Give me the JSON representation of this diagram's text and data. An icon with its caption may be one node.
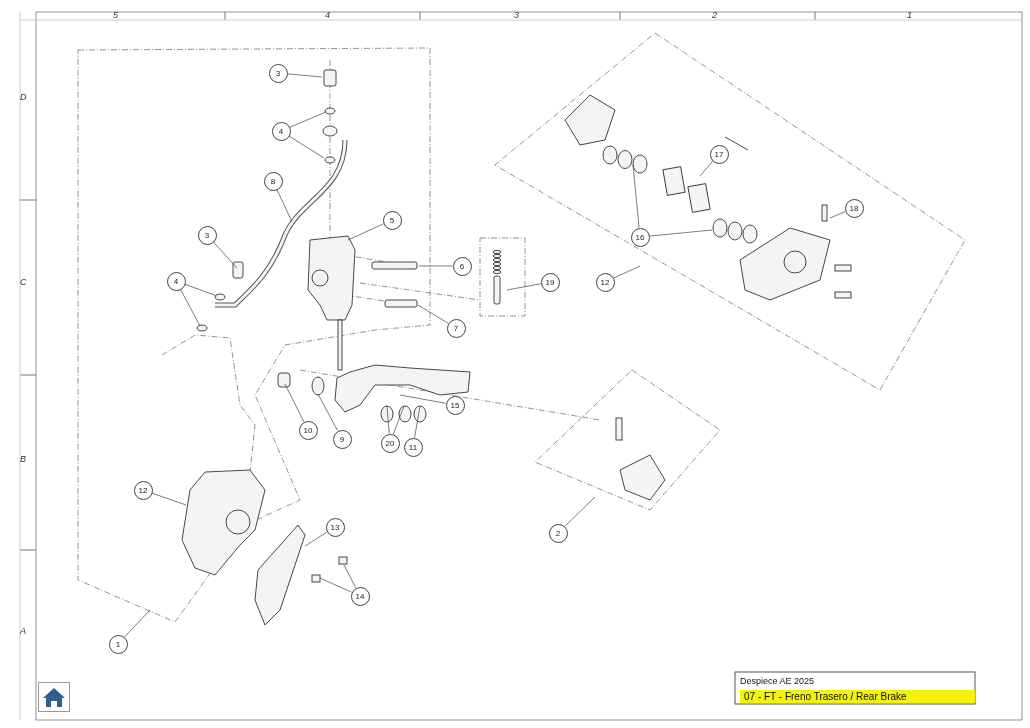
{
  "diagram": {
    "nodes": [
      {
        "text": [
          "1"
        ]
      },
      {
        "text": [
          "2"
        ]
      },
      {
        "text": [
          "3"
        ]
      },
      {
        "text": [
          "4"
        ]
      },
      {
        "text": [
          "8"
        ]
      },
      {
        "text": [
          "3"
        ]
      },
      {
        "text": [
          "4"
        ]
      },
      {
        "text": [
          "5"
        ]
      },
      {
        "text": [
          "6"
        ]
      },
      {
        "text": [
          "7"
        ]
      },
      {
        "text": [
          "19"
        ]
      },
      {
        "text": [
          "10"
        ]
      },
      {
        "text": [
          "9"
        ]
      },
      {
        "text": [
          "20"
        ]
      },
      {
        "text": [
          "11"
        ]
      },
      {
        "text": [
          "15"
        ]
      },
      {
        "text": [
          "12"
        ]
      },
      {
        "text": [
          "13"
        ]
      },
      {
        "text": [
          "14"
        ]
      },
      {
        "text": [
          "12"
        ]
      },
      {
        "text": [
          "16"
        ]
      },
      {
        "text": [
          "17"
        ]
      },
      {
        "text": [
          "18"
        ]
      }
    ],
    "edges": [
      {
        "from": 0,
        "to": null,
        "arrow": "none"
      },
      {
        "from": 1,
        "to": null,
        "arrow": "none"
      },
      {
        "from": 2,
        "to": null,
        "arrow": "none"
      },
      {
        "from": 3,
        "to": null,
        "arrow": "none"
      },
      {
        "from": 3,
        "to": null,
        "arrow": "none"
      },
      {
        "from": 4,
        "to": null,
        "arrow": "none"
      },
      {
        "from": 5,
        "to": null,
        "arrow": "none"
      },
      {
        "from": 6,
        "to": null,
        "arrow": "none"
      },
      {
        "from": 6,
        "to": null,
        "arrow": "none"
      },
      {
        "from": 7,
        "to": null,
        "arrow": "none"
      },
      {
        "from": 8,
        "to": null,
        "arrow": "none"
      },
      {
        "from": 9,
        "to": null,
        "arrow": "none"
      },
      {
        "from": 10,
        "to": null,
        "arrow": "none"
      },
      {
        "from": 11,
        "to": null,
        "arrow": "none"
      },
      {
        "from": 12,
        "to": null,
        "arrow": "none"
      },
      {
        "from": 13,
        "to": null,
        "arrow": "none"
      },
      {
        "from": 13,
        "to": null,
        "arrow": "none"
      },
      {
        "from": 14,
        "to": null,
        "arrow": "none"
      },
      {
        "from": 15,
        "to": null,
        "arrow": "none"
      },
      {
        "from": 16,
        "to": null,
        "arrow": "none"
      },
      {
        "from": 17,
        "to": null,
        "arrow": "none"
      },
      {
        "from": 18,
        "to": null,
        "arrow": "none"
      },
      {
        "from": 18,
        "to": null,
        "arrow": "none"
      },
      {
        "from": 19,
        "to": null,
        "arrow": "none"
      },
      {
        "from": 20,
        "to": null,
        "arrow": "none"
      },
      {
        "from": 20,
        "to": null,
        "arrow": "none"
      },
      {
        "from": 21,
        "to": null,
        "arrow": "none"
      },
      {
        "from": 22,
        "to": null,
        "arrow": "none"
      }
    ],
    "labels": [
      "5",
      "4",
      "3",
      "2",
      "1",
      "D",
      "C",
      "B",
      "A",
      "Despiece AE 2025",
      "07 - FT - Freno Trasero / Rear Brake"
    ]
  }
}
